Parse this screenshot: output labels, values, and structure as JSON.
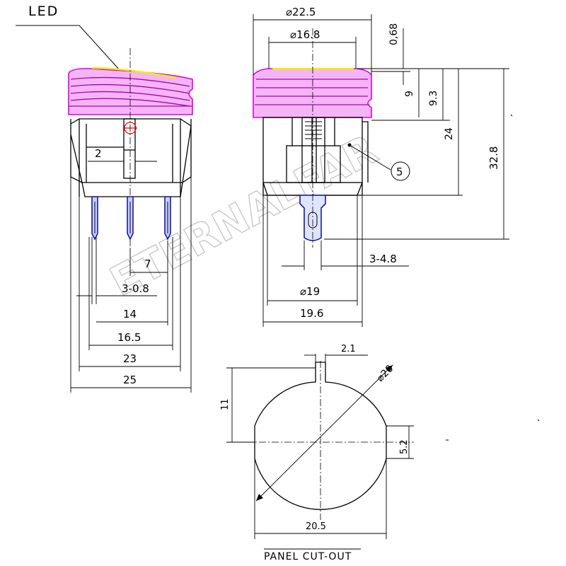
{
  "labels": {
    "led": "LED",
    "panel_cutout": "PANEL CUT-OUT",
    "watermark": "ETERNALFAR",
    "balloon": "5"
  },
  "dimensions": {
    "left_view": {
      "pin_offset": "2",
      "pin_pitch": "7",
      "pin_thickness": "3-0.8",
      "pin_span": "14",
      "base_width": "16.5",
      "clip_width": "23",
      "overall_width": "25"
    },
    "right_view": {
      "outer_diameter": "⌀22.5",
      "inner_diameter": "⌀16.8",
      "cap_thickness": "0,68",
      "bezel_height": "9",
      "head_height": "9.3",
      "body_height": "24",
      "overall_height": "32.8",
      "terminal_width": "3-4.8",
      "body_diameter": "⌀19",
      "clip_span": "19.6"
    },
    "cutout": {
      "diameter": "⌀20",
      "key_width": "2.1",
      "flat_height": "11",
      "notch_height": "5.2",
      "flat_width": "20.5"
    }
  },
  "colors": {
    "housing": "#f4b5f4",
    "housing_stroke": "#e000e0",
    "led": "#f0f000",
    "pins": "#1a1aa0",
    "watermark": "#c8c8c8"
  }
}
